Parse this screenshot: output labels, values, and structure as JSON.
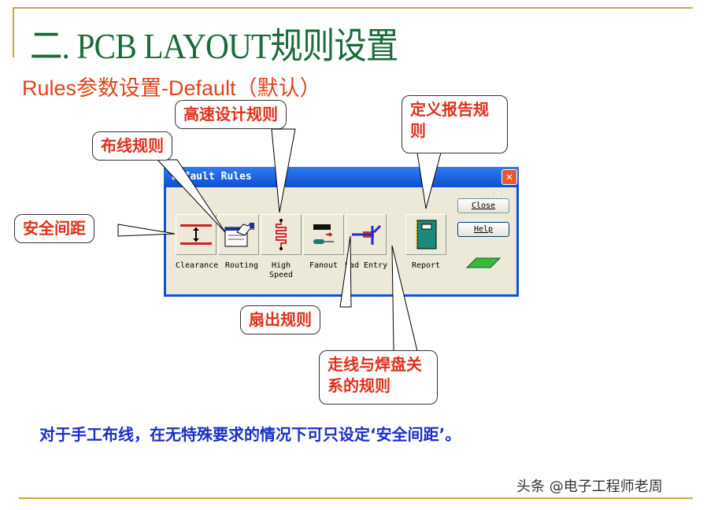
{
  "slide": {
    "title": "二. PCB LAYOUT规则设置",
    "subtitle": "Rules参数设置-Default（默认）",
    "note": "对于手工布线，在无特殊要求的情况下可只设定‘安全间距’。",
    "watermark": "头条 @电子工程师老周"
  },
  "dialog": {
    "title": "Default Rules",
    "close_x": "✕",
    "buttons": [
      {
        "label": "Clearance"
      },
      {
        "label": "Routing"
      },
      {
        "label": "High Speed"
      },
      {
        "label": "Fanout"
      },
      {
        "label": "Pad Entry"
      },
      {
        "label": "Report"
      }
    ],
    "close_label": "Close",
    "help_label": "Help"
  },
  "callouts": {
    "clearance": "安全间距",
    "routing": "布线规则",
    "highspeed": "高速设计规则",
    "report": "定义报告规则",
    "fanout": "扇出规则",
    "padentry": "走线与焊盘关系的规则"
  }
}
